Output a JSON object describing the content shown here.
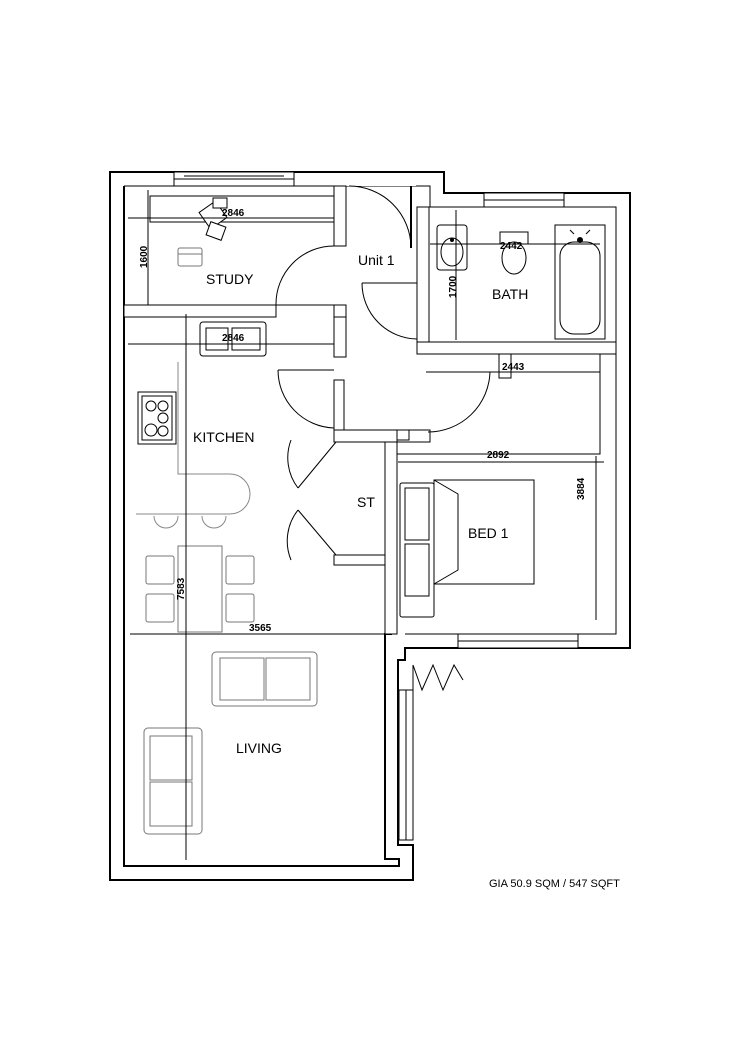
{
  "rooms": {
    "study": "STUDY",
    "unit": "Unit 1",
    "bath": "BATH",
    "kitchen": "KITCHEN",
    "store": "ST",
    "bed": "BED 1",
    "living": "LIVING"
  },
  "dimensions": {
    "study_width": "2846",
    "study_depth": "1600",
    "kitchen_width": "2846",
    "bath_width": "2442",
    "bath_depth": "1700",
    "hall_width": "2443",
    "bed_width": "2892",
    "bed_depth": "3884",
    "kitchen_living_depth": "7583",
    "living_width": "3565"
  },
  "area_summary": "GIA 50.9 SQM / 547 SQFT"
}
